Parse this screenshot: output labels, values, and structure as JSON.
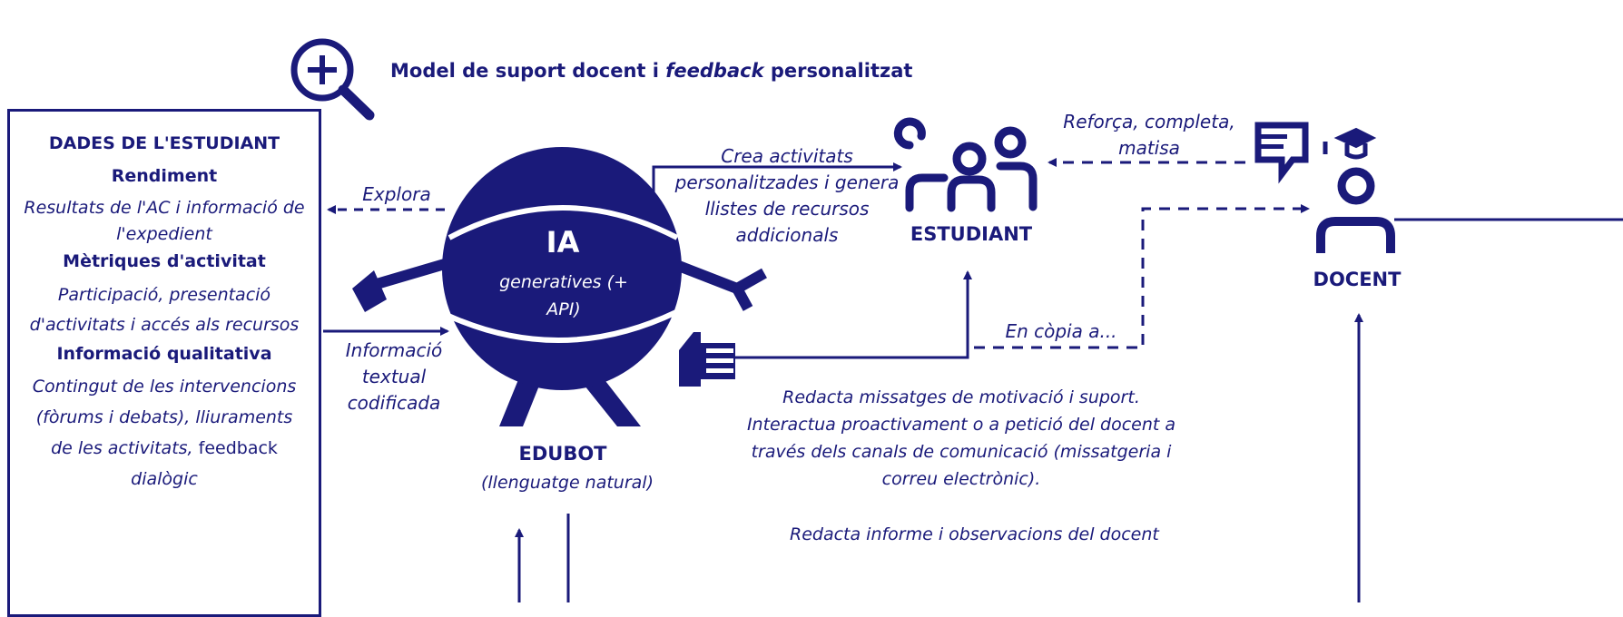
{
  "colors": {
    "primary": "#1a1a7a",
    "background": "#ffffff"
  },
  "header": {
    "icon": "zoom-in-icon",
    "title_part1": "Model de suport docent i ",
    "title_em": "feedback",
    "title_part2": " personalitzat"
  },
  "student_data": {
    "title": "DADES DE L'ESTUDIANT",
    "sections": [
      {
        "heading": "Rendiment",
        "text": "Resultats de l'AC i informació de l'expedient"
      },
      {
        "heading": "Mètriques d'activitat",
        "text": "Participació, presentació d'activitats i accés als recursos"
      },
      {
        "heading": "Informació qualitativa",
        "text": "Contingut de les intervencions (fòrums i debats), lliuraments de les activitats,",
        "text_normal": " feedback",
        "text_end": " dialògic"
      }
    ]
  },
  "edubot": {
    "ia": "IA",
    "subtitle": "generatives (+ API)",
    "name": "EDUBOT",
    "caption": "(llenguatge natural)"
  },
  "labels": {
    "explora": "Explora",
    "informacio": "Informació textual codificada",
    "crea": "Crea activitats personalitzades i genera llistes de recursos addicionals",
    "reforca": "Reforça, completa, matisa",
    "copia": "En còpia a...",
    "redacta": "Redacta missatges de motivació i suport. Interactua proactivament o a petició del docent a través dels canals de comunicació (missatgeria i correu electrònic).",
    "redacta2": "Redacta informe i observacions del docent"
  },
  "estudiant": {
    "label": "ESTUDIANT",
    "icon": "students-group-icon"
  },
  "docent": {
    "label": "DOCENT",
    "icon": "teacher-icon",
    "feedback_icon": "message-icon"
  }
}
